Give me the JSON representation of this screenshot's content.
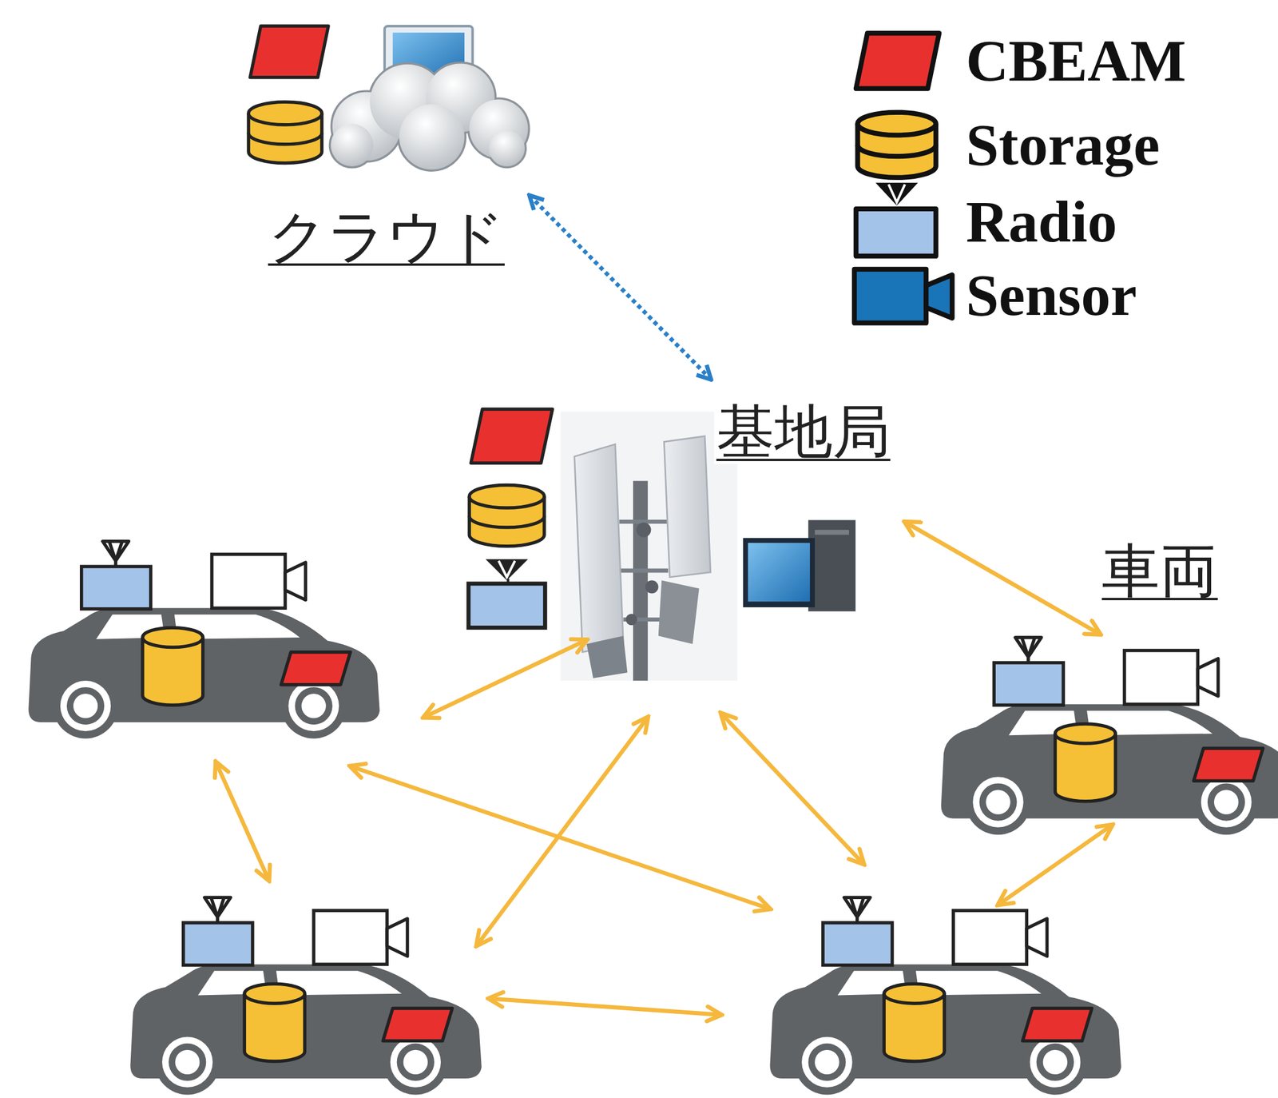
{
  "diagram": {
    "nodes": [
      {
        "text": [
          "クラウド"
        ]
      },
      {
        "text": [
          "基地局"
        ]
      },
      {
        "text": [
          "車両"
        ]
      }
    ],
    "edges": [
      {
        "from": 0,
        "to": 1,
        "arrow": "both"
      },
      {
        "from": 1,
        "to": 2,
        "arrow": "both"
      }
    ],
    "legend": [
      {
        "text": "CBEAM",
        "color": "#e8312f"
      },
      {
        "text": "Storage",
        "color": "#f5c036"
      },
      {
        "text": "Radio",
        "color": "#a4c3e8"
      },
      {
        "text": "Sensor",
        "color": "#1a74b8"
      }
    ]
  }
}
